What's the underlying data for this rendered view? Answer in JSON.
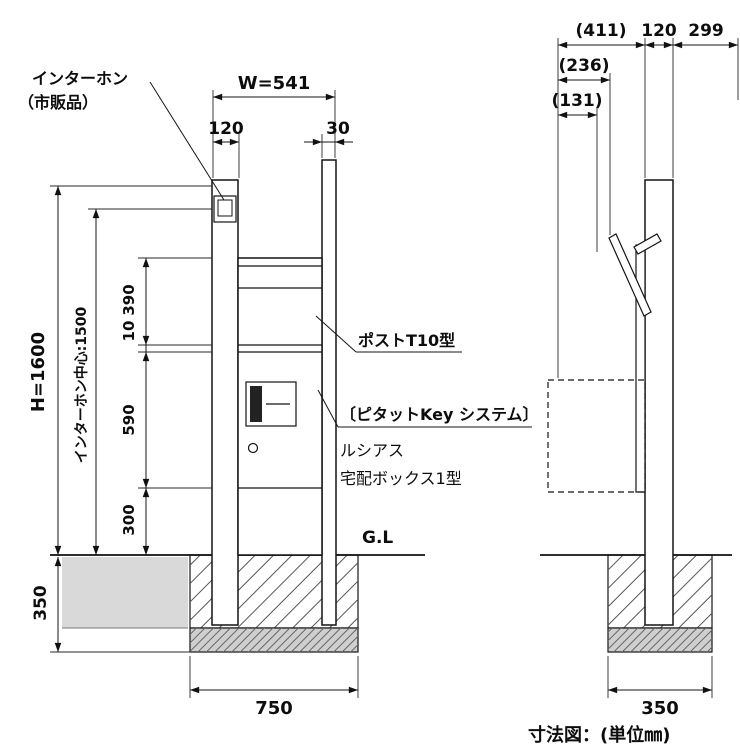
{
  "caption": "寸法図：(単位㎜)",
  "front_view": {
    "callouts": {
      "intercom_1": "インターホン",
      "intercom_2": "（市販品）",
      "post_model": "ポストT10型",
      "key_system": "〔ピタットKey システム〕",
      "series_name": "ルシアス",
      "product_name": "宅配ボックス1型",
      "ground_level": "G.L"
    },
    "dims": {
      "total_width": "W=541",
      "pillar_width": "120",
      "right_offset": "30",
      "total_height": "H=1600",
      "intercom_center_height": "インターホン中心:1500",
      "seg_top": "390",
      "seg_gap": "10",
      "seg_mid": "590",
      "seg_bottom": "300",
      "embed_depth": "350",
      "foundation_width": "750"
    }
  },
  "side_view": {
    "dims": {
      "total_depth": "(411)",
      "post_depth": "120",
      "front_clearance": "299",
      "box_depth": "(236)",
      "inner_depth": "(131)",
      "foundation_width": "350"
    }
  }
}
